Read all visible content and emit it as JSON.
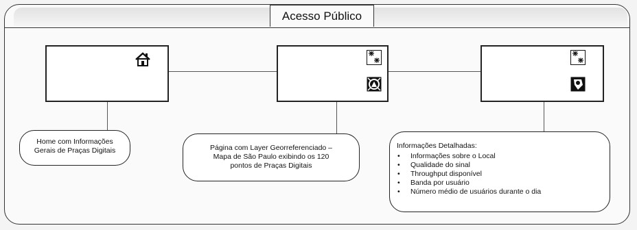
{
  "header": {
    "title": "Acesso Público"
  },
  "pages": [
    {
      "name": "home",
      "icons": [
        "home-icon"
      ]
    },
    {
      "name": "map",
      "icons": [
        "layers-icon",
        "globe-icon"
      ]
    },
    {
      "name": "detail",
      "icons": [
        "layers-icon",
        "pin-icon"
      ]
    }
  ],
  "callouts": {
    "home": {
      "lines": [
        "Home com Informações",
        "Gerais de Praças Digitais"
      ]
    },
    "map": {
      "lines": [
        "Página com Layer Georreferenciado –",
        "Mapa de São Paulo exibindo os 120",
        "pontos de Praças Digitais"
      ]
    },
    "detail": {
      "heading": "Informações Detalhadas:",
      "items": [
        "Informações sobre o Local",
        "Qualidade do sinal",
        "Throughput disponível",
        "Banda por usuário",
        "Número médio de usuários durante o dia"
      ]
    }
  }
}
